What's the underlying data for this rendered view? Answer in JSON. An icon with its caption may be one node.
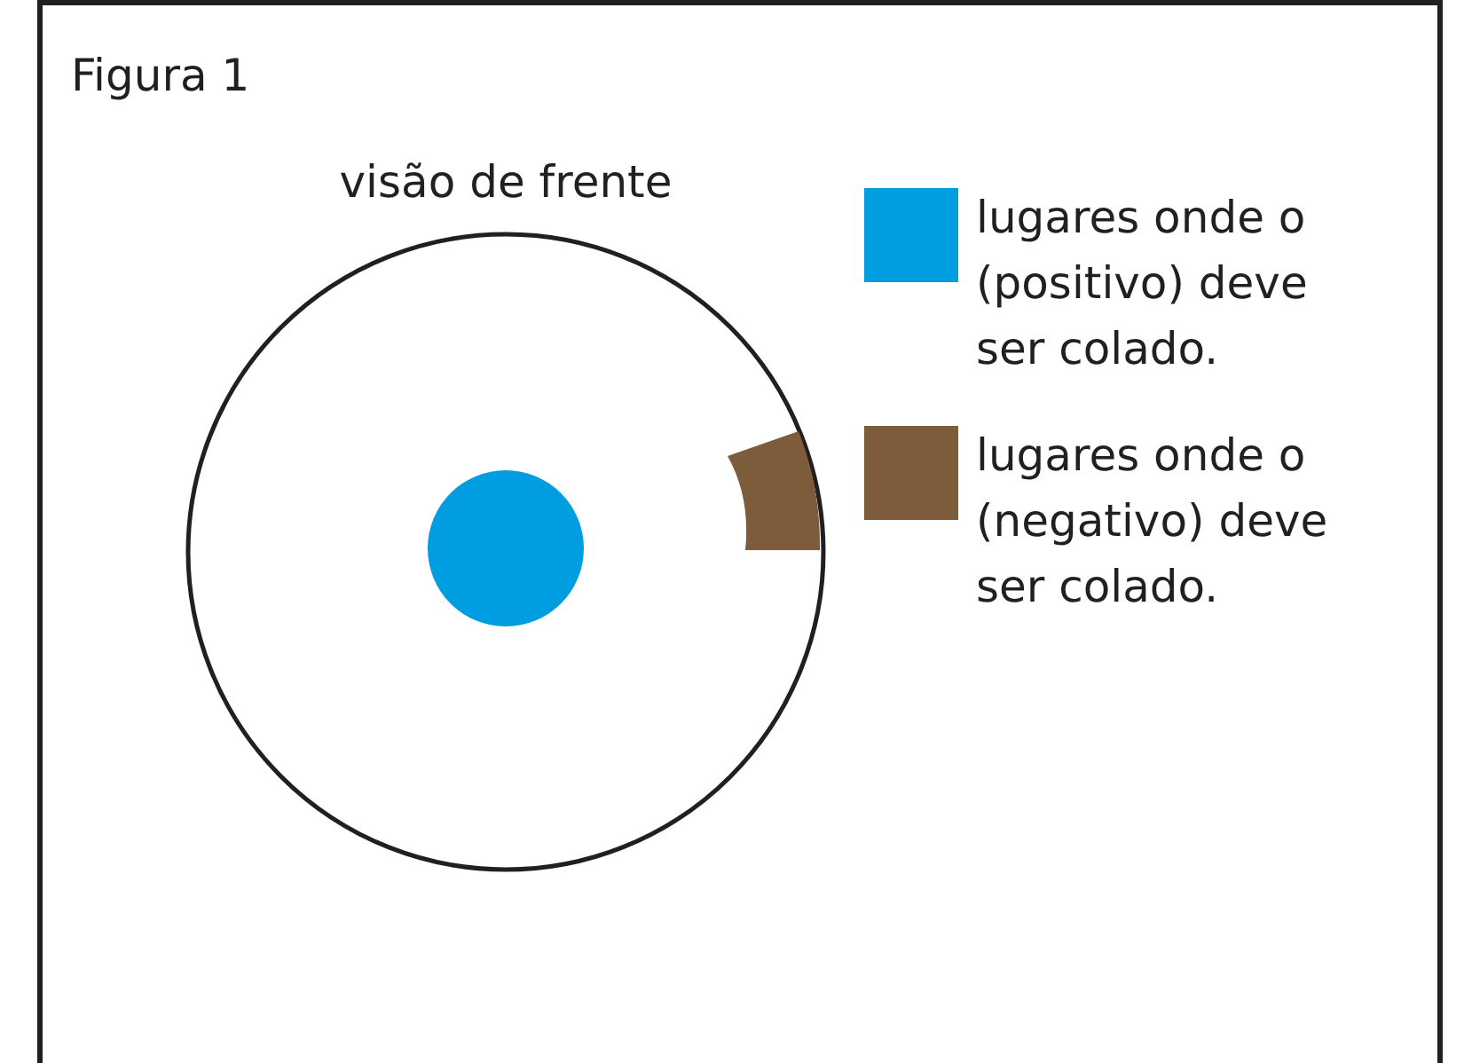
{
  "diagram": {
    "title": "Figura 1",
    "nodes": [
      {
        "text": [
          "visão de frente"
        ]
      },
      {
        "text": [],
        "shape": "circle",
        "in": 0
      },
      {
        "text": [],
        "shape": "box",
        "in": 0
      }
    ],
    "edges": [],
    "legend": [
      {
        "text": "lugares onde o (positivo) deve ser colado.",
        "color": "#009ee0"
      },
      {
        "text": "lugares onde o (negativo) deve ser colado.",
        "color": "#7d5c3b"
      }
    ]
  }
}
